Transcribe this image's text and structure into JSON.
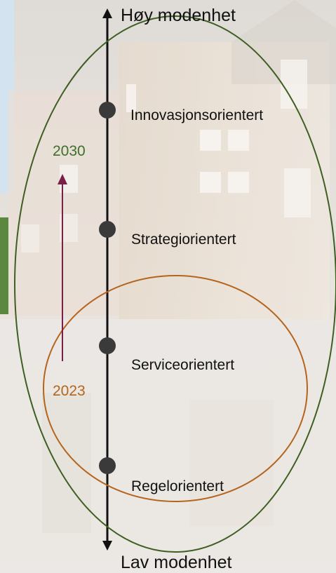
{
  "axis": {
    "top_label": "Høy modenhet",
    "bottom_label": "Lav modenhet"
  },
  "stages": [
    {
      "label": "Innovasjonsorientert"
    },
    {
      "label": "Strategiorientert"
    },
    {
      "label": "Serviceorientert"
    },
    {
      "label": "Regelorientert"
    }
  ],
  "years": {
    "target": "2030",
    "current": "2023"
  },
  "colors": {
    "axis": "#111111",
    "marker": "#3a3a3a",
    "target_ellipse": "#3f5f22",
    "current_ellipse": "#b5641c",
    "target_year_text": "#3f6f2a",
    "current_year_text": "#b5641c",
    "progress_arrow": "#7a1f46",
    "side_accent_green": "#4a7b2b",
    "side_accent_blue": "#cfe0ee"
  }
}
